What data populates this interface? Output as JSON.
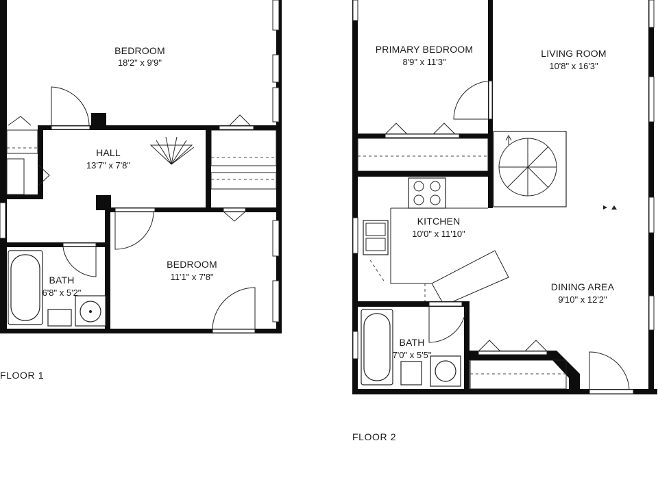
{
  "floors": [
    {
      "label": "FLOOR 1",
      "rooms": [
        {
          "name": "BEDROOM",
          "dims": "18'2\" x 9'9\""
        },
        {
          "name": "HALL",
          "dims": "13'7\" x 7'8\""
        },
        {
          "name": "BEDROOM",
          "dims": "11'1\" x 7'8\""
        },
        {
          "name": "BATH",
          "dims": "6'8\" x 5'2\""
        }
      ]
    },
    {
      "label": "FLOOR 2",
      "rooms": [
        {
          "name": "PRIMARY BEDROOM",
          "dims": "8'9\" x 11'3\""
        },
        {
          "name": "LIVING ROOM",
          "dims": "10'8\" x 16'3\""
        },
        {
          "name": "KITCHEN",
          "dims": "10'0\" x 11'10\""
        },
        {
          "name": "DINING AREA",
          "dims": "9'10\" x 12'2\""
        },
        {
          "name": "BATH",
          "dims": "7'0\" x 5'5\""
        }
      ]
    }
  ],
  "colors": {
    "wall": "#0d0d0d",
    "background": "#ffffff",
    "line": "#222222"
  }
}
